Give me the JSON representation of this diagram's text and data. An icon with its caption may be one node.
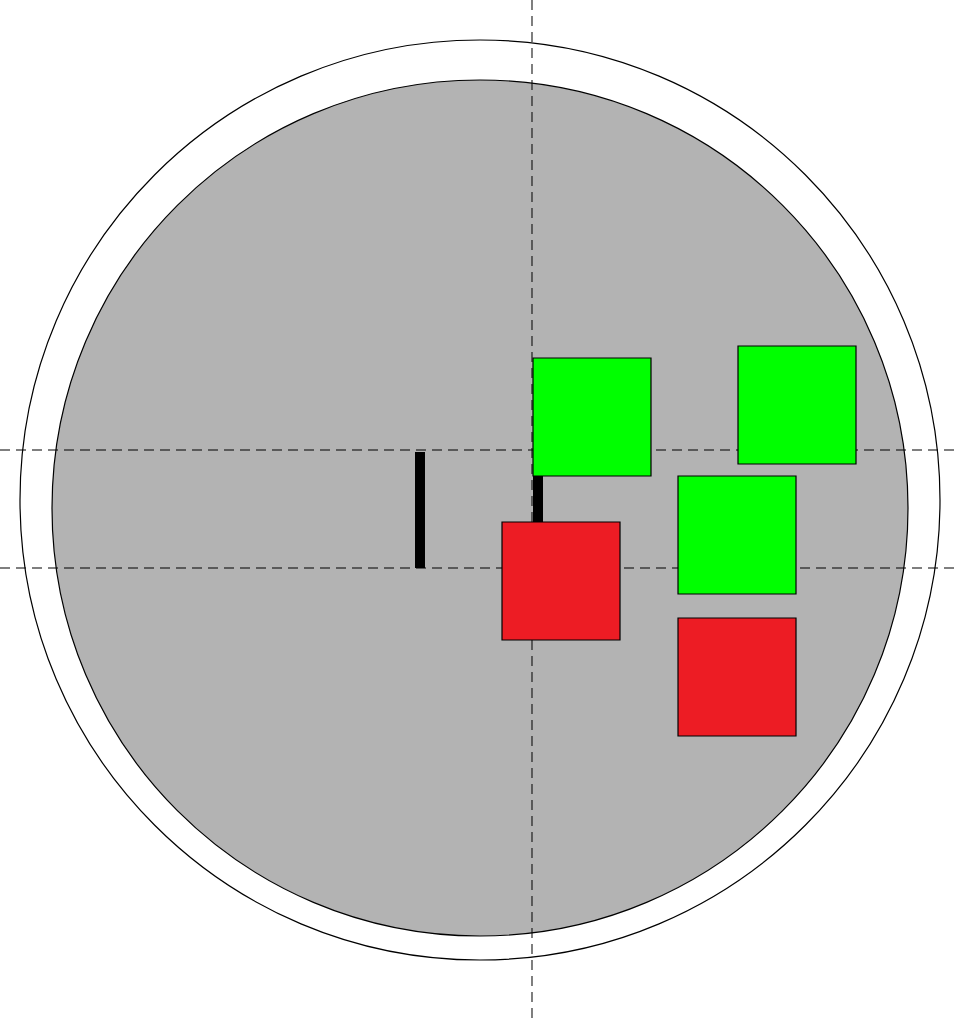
{
  "diagram": {
    "nodes": [
      {
        "text": [],
        "shape": "circle"
      },
      {
        "text": [],
        "shape": "circle",
        "in": 0
      },
      {
        "text": [],
        "shape": "box",
        "in": 1
      },
      {
        "text": [],
        "shape": "box",
        "in": 1
      },
      {
        "text": [],
        "shape": "box",
        "in": 1
      },
      {
        "text": [],
        "shape": "box",
        "in": 1
      },
      {
        "text": [],
        "shape": "box",
        "in": 1
      }
    ]
  }
}
